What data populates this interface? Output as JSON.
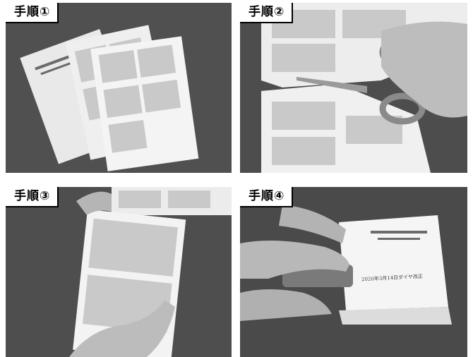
{
  "steps": [
    {
      "label": "手順①"
    },
    {
      "label": "手順②"
    },
    {
      "label": "手順③"
    },
    {
      "label": "手順④"
    }
  ],
  "booklet": {
    "cover_line": "2020年3月14日ダイヤ改正"
  }
}
